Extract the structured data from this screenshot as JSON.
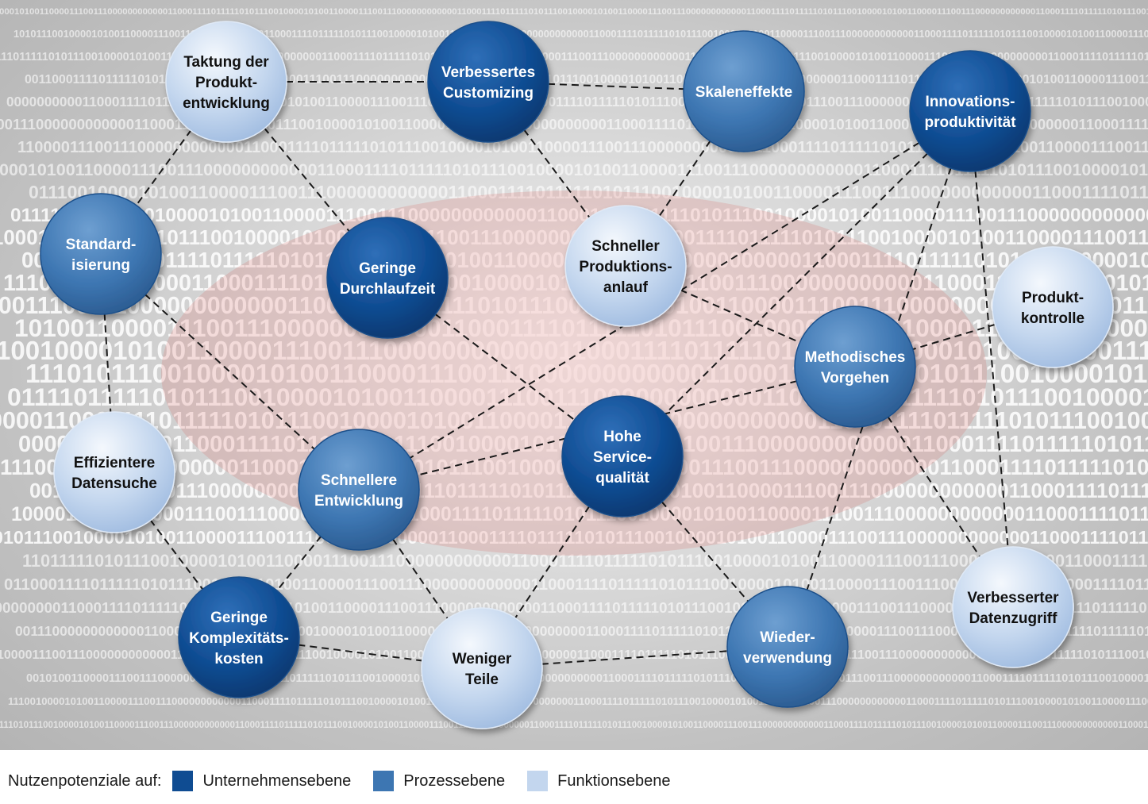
{
  "nodes": [
    {
      "id": "taktung",
      "lines": [
        "Taktung der",
        "Produkt-",
        "entwicklung"
      ],
      "level": "funktion"
    },
    {
      "id": "customizing",
      "lines": [
        "Verbessertes",
        "Customizing"
      ],
      "level": "unternehmen"
    },
    {
      "id": "skaleneffekte",
      "lines": [
        "Skaleneffekte"
      ],
      "level": "prozess"
    },
    {
      "id": "innovation",
      "lines": [
        "Innovations-",
        "produktivität"
      ],
      "level": "unternehmen"
    },
    {
      "id": "standardisierung",
      "lines": [
        "Standard-",
        "isierung"
      ],
      "level": "prozess"
    },
    {
      "id": "durchlaufzeit",
      "lines": [
        "Geringe",
        "Durchlaufzeit"
      ],
      "level": "unternehmen"
    },
    {
      "id": "produktionsanlauf",
      "lines": [
        "Schneller",
        "Produktions-",
        "anlauf"
      ],
      "level": "funktion"
    },
    {
      "id": "produktkontrolle",
      "lines": [
        "Produkt-",
        "kontrolle"
      ],
      "level": "funktion"
    },
    {
      "id": "methodisch",
      "lines": [
        "Methodisches",
        "Vorgehen"
      ],
      "level": "prozess"
    },
    {
      "id": "datensuche",
      "lines": [
        "Effizientere",
        "Datensuche"
      ],
      "level": "funktion"
    },
    {
      "id": "entwicklung",
      "lines": [
        "Schnellere",
        "Entwicklung"
      ],
      "level": "prozess"
    },
    {
      "id": "servicequalitaet",
      "lines": [
        "Hohe",
        "Service-",
        "qualität"
      ],
      "level": "unternehmen"
    },
    {
      "id": "komplexitaet",
      "lines": [
        "Geringe",
        "Komplexitäts-",
        "kosten"
      ],
      "level": "unternehmen"
    },
    {
      "id": "teile",
      "lines": [
        "Weniger",
        "Teile"
      ],
      "level": "funktion"
    },
    {
      "id": "wiederverwendung",
      "lines": [
        "Wieder-",
        "verwendung"
      ],
      "level": "prozess"
    },
    {
      "id": "datenzugriff",
      "lines": [
        "Verbesserter",
        "Datenzugriff"
      ],
      "level": "funktion"
    }
  ],
  "edges": [
    [
      "taktung",
      "customizing"
    ],
    [
      "customizing",
      "skaleneffekte"
    ],
    [
      "taktung",
      "standardisierung"
    ],
    [
      "taktung",
      "durchlaufzeit"
    ],
    [
      "customizing",
      "produktionsanlauf"
    ],
    [
      "skaleneffekte",
      "produktionsanlauf"
    ],
    [
      "innovation",
      "entwicklung"
    ],
    [
      "innovation",
      "servicequalitaet"
    ],
    [
      "innovation",
      "wiederverwendung"
    ],
    [
      "innovation",
      "datenzugriff"
    ],
    [
      "standardisierung",
      "entwicklung"
    ],
    [
      "standardisierung",
      "datensuche"
    ],
    [
      "durchlaufzeit",
      "servicequalitaet"
    ],
    [
      "produktionsanlauf",
      "methodisch"
    ],
    [
      "produktkontrolle",
      "methodisch"
    ],
    [
      "methodisch",
      "entwicklung"
    ],
    [
      "methodisch",
      "datenzugriff"
    ],
    [
      "datensuche",
      "komplexitaet"
    ],
    [
      "entwicklung",
      "teile"
    ],
    [
      "entwicklung",
      "komplexitaet"
    ],
    [
      "servicequalitaet",
      "teile"
    ],
    [
      "servicequalitaet",
      "wiederverwendung"
    ],
    [
      "komplexitaet",
      "teile"
    ],
    [
      "teile",
      "wiederverwendung"
    ]
  ],
  "legend": {
    "label": "Nutzenpotenziale auf:",
    "items": [
      {
        "level": "unternehmen",
        "text": "Unternehmensebene"
      },
      {
        "level": "prozess",
        "text": "Prozessebene"
      },
      {
        "level": "funktion",
        "text": "Funktionsebene"
      }
    ]
  },
  "colors": {
    "unternehmen": "#0f4c92",
    "prozess": "#3d76b2",
    "funktion": "#c3d6ee",
    "dark_text": "#111111",
    "light_text": "#ffffff",
    "edge": "#1a1a1a"
  },
  "background": {
    "digits": "01010011100001010110100101000011001010100111010010100001101",
    "accent_color": "#d9534f"
  }
}
